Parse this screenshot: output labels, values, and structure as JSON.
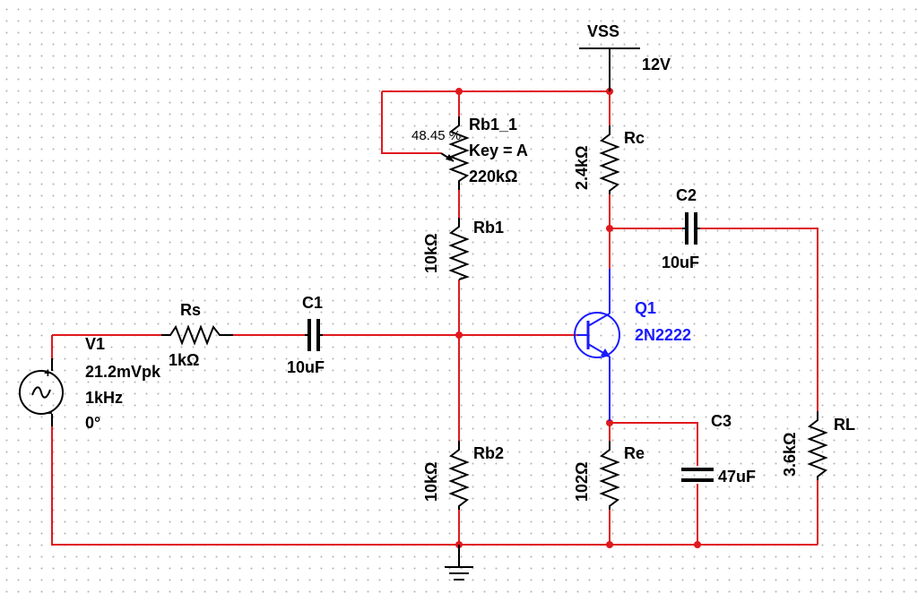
{
  "schematic": {
    "supply": {
      "name": "VSS",
      "voltage": "12V"
    },
    "rb1_1": {
      "name": "Rb1_1",
      "key": "Key = A",
      "value": "220kΩ",
      "wiper": "48.45 %"
    },
    "rc": {
      "name": "Rc",
      "value": "2.4kΩ"
    },
    "c2": {
      "name": "C2",
      "value": "10uF"
    },
    "rb1": {
      "name": "Rb1",
      "value": "10kΩ"
    },
    "rs": {
      "name": "Rs",
      "value": "1kΩ"
    },
    "c1": {
      "name": "C1",
      "value": "10uF"
    },
    "q1": {
      "name": "Q1",
      "model": "2N2222"
    },
    "v1": {
      "name": "V1",
      "amplitude": "21.2mVpk",
      "frequency": "1kHz",
      "phase": "0°"
    },
    "c3": {
      "name": "C3",
      "value": "47uF"
    },
    "rl": {
      "name": "RL",
      "value": "3.6kΩ"
    },
    "rb2": {
      "name": "Rb2",
      "value": "10kΩ"
    },
    "re": {
      "name": "Re",
      "value": "102Ω"
    }
  },
  "colors": {
    "wire": "#e0191e",
    "component": "#000000",
    "transistor": "#1a1aff"
  }
}
